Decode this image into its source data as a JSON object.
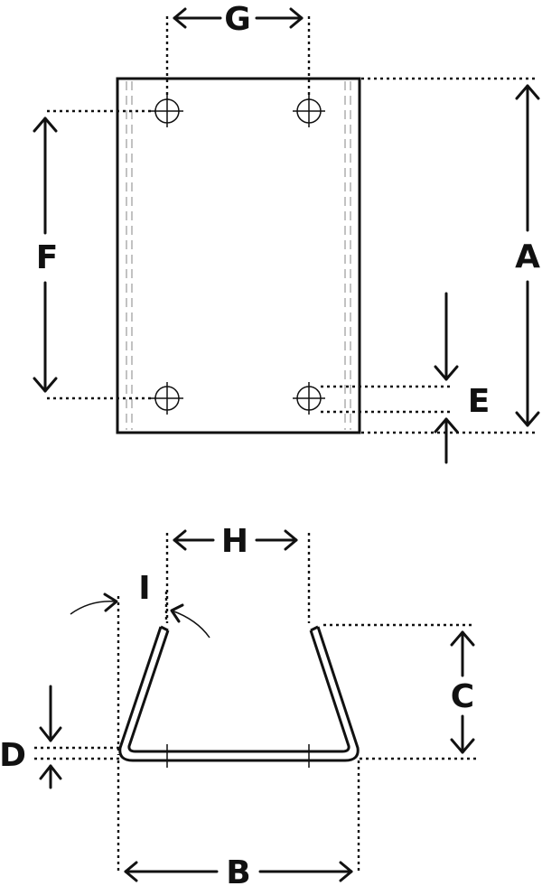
{
  "labels": {
    "A": "A",
    "B": "B",
    "C": "C",
    "D": "D",
    "E": "E",
    "F": "F",
    "G": "G",
    "H": "H",
    "I": "I"
  },
  "colors": {
    "line": "#111111",
    "hidden_edge": "#9a9a9a",
    "background": "#ffffff"
  }
}
